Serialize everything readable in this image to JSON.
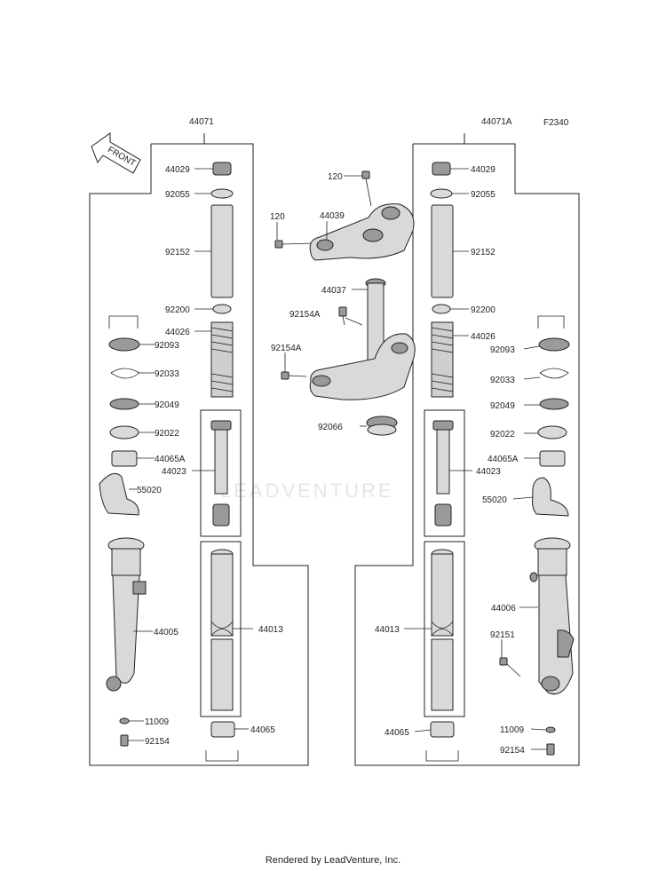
{
  "figure_code": "F2340",
  "front_arrow": "FRONT",
  "watermark": "LEADVENTURE",
  "footer": "Rendered by LeadVenture, Inc.",
  "labels": {
    "l_44071": "44071",
    "l_44029": "44029",
    "l_92055": "92055",
    "l_92152": "92152",
    "l_92200": "92200",
    "l_44026": "44026",
    "l_92093": "92093",
    "l_92033": "92033",
    "l_92049": "92049",
    "l_92022": "92022",
    "l_44065A": "44065A",
    "l_44023": "44023",
    "l_55020": "55020",
    "l_44005": "44005",
    "l_44013": "44013",
    "l_11009": "11009",
    "l_92154": "92154",
    "l_44065": "44065",
    "c_120a": "120",
    "c_120b": "120",
    "c_44039": "44039",
    "c_44037": "44037",
    "c_92154A_a": "92154A",
    "c_92154A_b": "92154A",
    "c_92066": "92066",
    "r_44071A": "44071A",
    "r_44029": "44029",
    "r_92055": "92055",
    "r_92152": "92152",
    "r_92200": "92200",
    "r_44026": "44026",
    "r_92093": "92093",
    "r_92033": "92033",
    "r_92049": "92049",
    "r_92022": "92022",
    "r_44065A": "44065A",
    "r_44023": "44023",
    "r_55020": "55020",
    "r_44006": "44006",
    "r_92151": "92151",
    "r_44013": "44013",
    "r_44065": "44065",
    "r_11009": "11009",
    "r_92154": "92154"
  }
}
